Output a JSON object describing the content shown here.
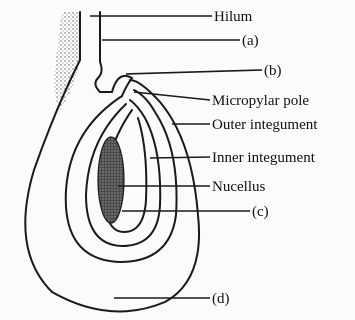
{
  "labels": {
    "hilum": "Hilum",
    "a": "(a)",
    "b": "(b)",
    "micropylar_pole": "Micropylar pole",
    "outer_integument": "Outer integument",
    "inner_integument": "Inner integument",
    "nucellus": "Nucellus",
    "c": "(c)",
    "d": "(d)"
  },
  "colors": {
    "ink": "#1a1a1a",
    "stipple": "#6f6f6f",
    "embryo_sac": "#5a5a5a"
  }
}
